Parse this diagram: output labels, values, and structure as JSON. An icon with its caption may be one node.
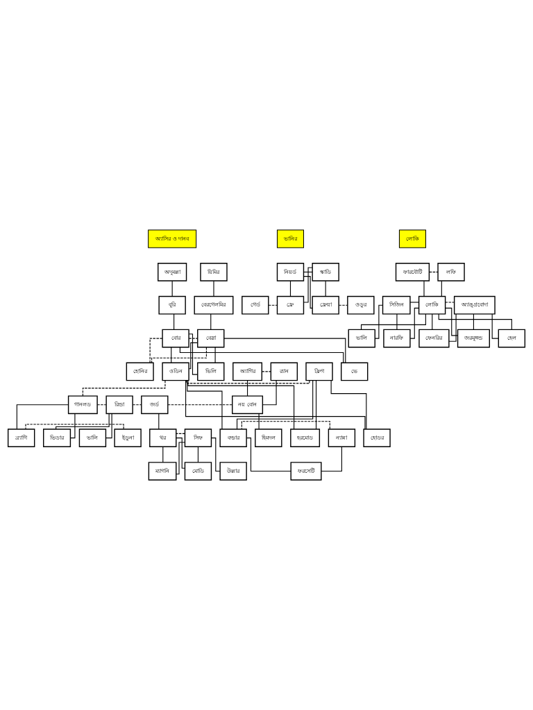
{
  "diagram": {
    "nodes": [
      {
        "text": [
          "অ্যাসির ও দানব"
        ]
      },
      {
        "text": [
          "অদুমল্লা"
        ]
      },
      {
        "text": [
          "য়িমির"
        ]
      },
      {
        "text": [
          "বুরি"
        ]
      },
      {
        "text": [
          "বেরগেলমির"
        ]
      },
      {
        "text": [
          "বোর"
        ]
      },
      {
        "text": [
          "বেস্লা"
        ]
      },
      {
        "text": [
          "ফ্রিগ"
        ]
      },
      {
        "text": [
          "ওডিন"
        ]
      },
      {
        "text": [
          "ভিলি"
        ]
      },
      {
        "text": [
          "ভে"
        ]
      },
      {
        "text": [
          "হোনির"
        ]
      },
      {
        "text": [
          "অ্যাগির"
        ]
      },
      {
        "text": [
          "র‍্যান"
        ]
      },
      {
        "text": [
          "গানলড"
        ]
      },
      {
        "text": [
          "রিন্ডা"
        ]
      },
      {
        "text": [
          "জর্ড"
        ]
      },
      {
        "text": [
          "নয় বোন"
        ]
      },
      {
        "text": [
          "ন্যান্না"
        ]
      },
      {
        "text": [
          "বল্ডার"
        ]
      },
      {
        "text": [
          "হোডর"
        ]
      },
      {
        "text": [
          "হরমোড"
        ]
      },
      {
        "text": [
          "ইডুনা"
        ]
      },
      {
        "text": [
          "ব্র্যাগি"
        ]
      },
      {
        "text": [
          "ভিডার"
        ]
      },
      {
        "text": [
          "ভালি"
        ]
      },
      {
        "text": [
          "সিফ"
        ]
      },
      {
        "text": [
          "থর"
        ]
      },
      {
        "text": [
          "হিমদল"
        ]
      },
      {
        "text": [
          "ফরসেটি"
        ]
      },
      {
        "text": [
          "উল্লার"
        ]
      },
      {
        "text": [
          "মোডি"
        ]
      },
      {
        "text": [
          "ম্যাগনি"
        ]
      },
      {
        "text": [
          "ভানির"
        ]
      },
      {
        "text": [
          "নিয়র্ড"
        ]
      },
      {
        "text": [
          "স্কাডি"
        ]
      },
      {
        "text": [
          "গের্ড"
        ]
      },
      {
        "text": [
          "ফ্রে"
        ]
      },
      {
        "text": [
          "ফ্রেয়া"
        ]
      },
      {
        "text": [
          "ওডুর"
        ]
      },
      {
        "text": [
          "লোকি"
        ]
      },
      {
        "text": [
          "ফারবৌটি"
        ]
      },
      {
        "text": [
          "লফি"
        ]
      },
      {
        "text": [
          "সিজিন"
        ]
      },
      {
        "text": [
          "লোকি"
        ]
      },
      {
        "text": [
          "অ্যাঙ্গ্রবোদা"
        ]
      },
      {
        "text": [
          "ভালি"
        ]
      },
      {
        "text": [
          "নারফি"
        ]
      },
      {
        "text": [
          "ফেনরির"
        ]
      },
      {
        "text": [
          "জরমুঙ্গন্ড"
        ]
      },
      {
        "text": [
          "হেল"
        ]
      }
    ],
    "edges": [
      {
        "from": 1,
        "to": 3,
        "arrow": "none"
      },
      {
        "from": 2,
        "to": 4,
        "arrow": "none"
      },
      {
        "from": 3,
        "to": 5,
        "arrow": "none"
      },
      {
        "from": 4,
        "to": 6,
        "arrow": "none"
      },
      {
        "from": 5,
        "to": 6,
        "arrow": "none",
        "style": "dashed"
      },
      {
        "from": 5,
        "to": 8,
        "arrow": "none"
      },
      {
        "from": 6,
        "to": 8,
        "arrow": "none"
      },
      {
        "from": 5,
        "to": 9,
        "arrow": "none"
      },
      {
        "from": 6,
        "to": 9,
        "arrow": "none"
      },
      {
        "from": 5,
        "to": 10,
        "arrow": "none"
      },
      {
        "from": 6,
        "to": 10,
        "arrow": "none"
      },
      {
        "from": 5,
        "to": 11,
        "arrow": "none",
        "style": "dashed"
      },
      {
        "from": 6,
        "to": 11,
        "arrow": "none",
        "style": "dashed"
      },
      {
        "from": 7,
        "to": 8,
        "arrow": "none",
        "style": "dashed"
      },
      {
        "from": 12,
        "to": 13,
        "arrow": "none",
        "style": "dashed"
      },
      {
        "from": 7,
        "to": 19,
        "arrow": "none"
      },
      {
        "from": 8,
        "to": 19,
        "arrow": "none"
      },
      {
        "from": 7,
        "to": 20,
        "arrow": "none"
      },
      {
        "from": 8,
        "to": 20,
        "arrow": "none"
      },
      {
        "from": 7,
        "to": 21,
        "arrow": "none"
      },
      {
        "from": 8,
        "to": 21,
        "arrow": "none"
      },
      {
        "from": 8,
        "to": 14,
        "arrow": "none",
        "style": "dashed"
      },
      {
        "from": 14,
        "to": 15,
        "arrow": "none",
        "style": "dashed"
      },
      {
        "from": 15,
        "to": 16,
        "arrow": "none",
        "style": "dashed"
      },
      {
        "from": 16,
        "to": 17,
        "arrow": "none",
        "style": "dashed"
      },
      {
        "from": 12,
        "to": 17,
        "arrow": "none"
      },
      {
        "from": 13,
        "to": 17,
        "arrow": "none"
      },
      {
        "from": 14,
        "to": 23,
        "arrow": "none"
      },
      {
        "from": 14,
        "to": 24,
        "arrow": "none"
      },
      {
        "from": 15,
        "to": 24,
        "arrow": "none"
      },
      {
        "from": 15,
        "to": 25,
        "arrow": "none"
      },
      {
        "from": 16,
        "to": 27,
        "arrow": "none"
      },
      {
        "from": 17,
        "to": 28,
        "arrow": "none"
      },
      {
        "from": 18,
        "to": 19,
        "arrow": "none",
        "style": "dashed"
      },
      {
        "from": 22,
        "to": 23,
        "arrow": "none",
        "style": "dashed"
      },
      {
        "from": 26,
        "to": 27,
        "arrow": "none",
        "style": "dashed"
      },
      {
        "from": 18,
        "to": 29,
        "arrow": "none"
      },
      {
        "from": 19,
        "to": 29,
        "arrow": "none"
      },
      {
        "from": 26,
        "to": 30,
        "arrow": "none"
      },
      {
        "from": 26,
        "to": 31,
        "arrow": "none"
      },
      {
        "from": 27,
        "to": 31,
        "arrow": "none"
      },
      {
        "from": 26,
        "to": 32,
        "arrow": "none"
      },
      {
        "from": 27,
        "to": 32,
        "arrow": "none"
      },
      {
        "from": 34,
        "to": 35,
        "arrow": "none"
      },
      {
        "from": 34,
        "to": 37,
        "arrow": "none"
      },
      {
        "from": 35,
        "to": 37,
        "arrow": "none"
      },
      {
        "from": 34,
        "to": 38,
        "arrow": "none"
      },
      {
        "from": 35,
        "to": 38,
        "arrow": "none"
      },
      {
        "from": 36,
        "to": 37,
        "arrow": "none",
        "style": "dashed"
      },
      {
        "from": 38,
        "to": 39,
        "arrow": "none",
        "style": "dashed"
      },
      {
        "from": 41,
        "to": 42,
        "arrow": "none",
        "style": "dashed"
      },
      {
        "from": 41,
        "to": 44,
        "arrow": "none"
      },
      {
        "from": 42,
        "to": 44,
        "arrow": "none"
      },
      {
        "from": 43,
        "to": 44,
        "arrow": "none"
      },
      {
        "from": 44,
        "to": 45,
        "arrow": "none",
        "style": "dashed"
      },
      {
        "from": 43,
        "to": 46,
        "arrow": "none"
      },
      {
        "from": 44,
        "to": 46,
        "arrow": "none"
      },
      {
        "from": 43,
        "to": 47,
        "arrow": "none"
      },
      {
        "from": 44,
        "to": 47,
        "arrow": "none"
      },
      {
        "from": 44,
        "to": 48,
        "arrow": "none"
      },
      {
        "from": 45,
        "to": 48,
        "arrow": "none"
      },
      {
        "from": 44,
        "to": 49,
        "arrow": "none"
      },
      {
        "from": 45,
        "to": 49,
        "arrow": "none"
      },
      {
        "from": 44,
        "to": 50,
        "arrow": "none"
      },
      {
        "from": 45,
        "to": 50,
        "arrow": "none"
      }
    ]
  }
}
